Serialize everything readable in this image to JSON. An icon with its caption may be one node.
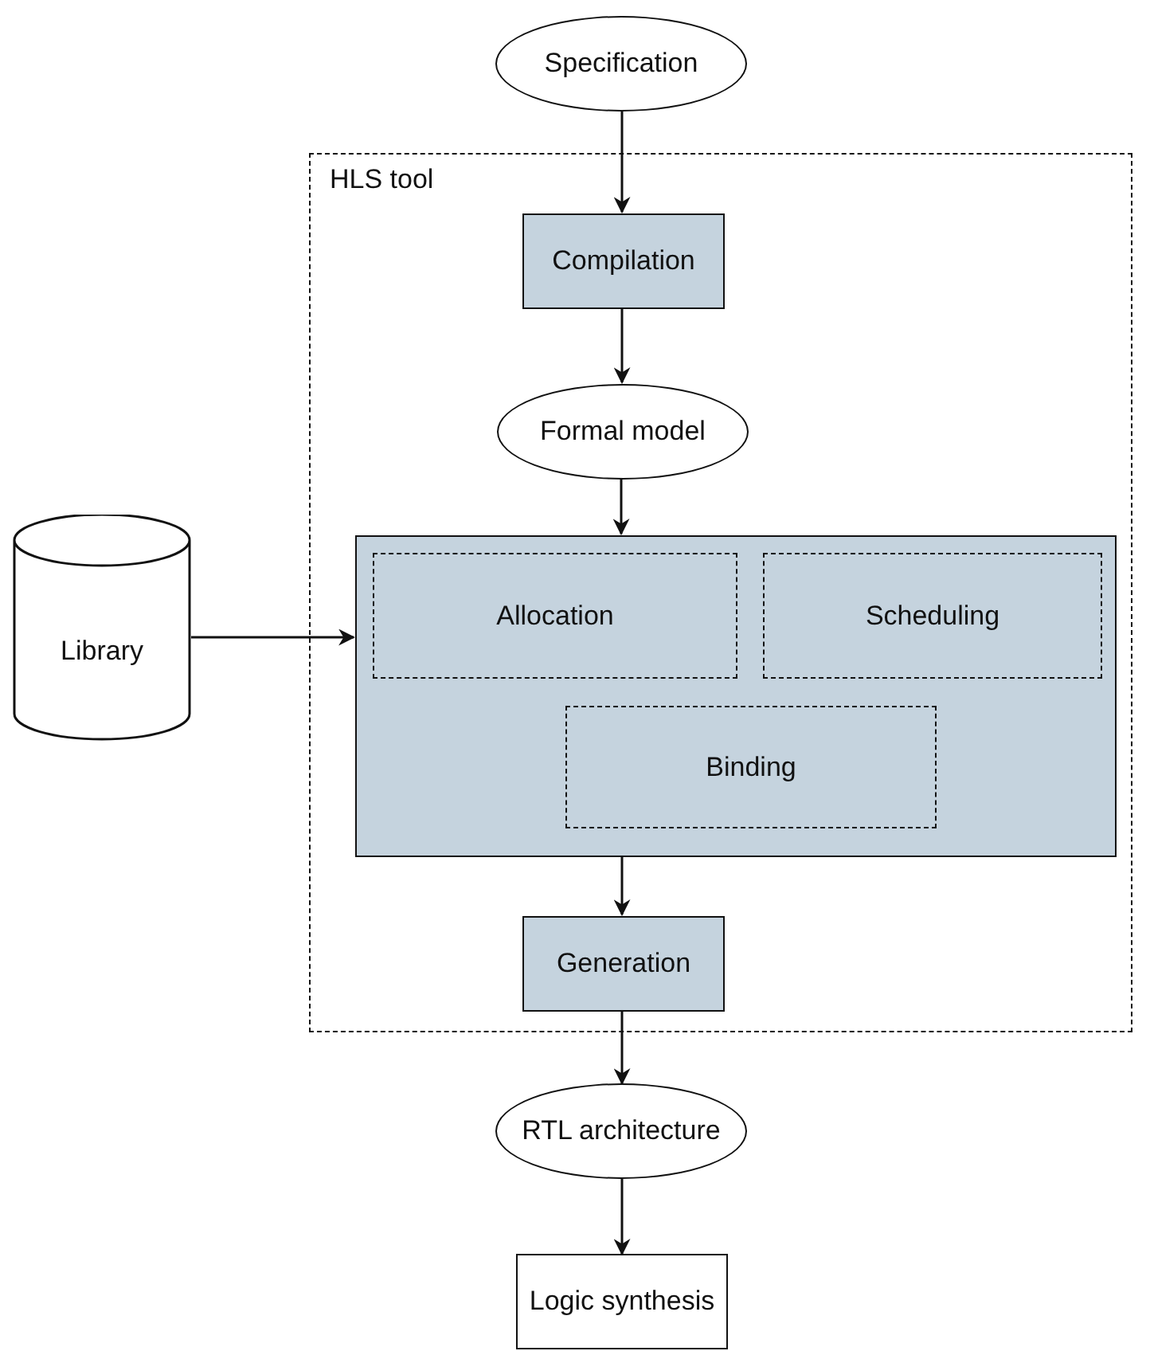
{
  "diagram": {
    "nodes": [
      {
        "text": [
          "Specification"
        ]
      },
      {
        "text": [
          "HLS tool"
        ]
      },
      {
        "text": [
          "Compilation"
        ],
        "in": 1
      },
      {
        "text": [
          "Formal model"
        ],
        "in": 1
      },
      {
        "text": [],
        "shape": "box",
        "in": 1
      },
      {
        "text": [
          "Allocation"
        ],
        "in": 4
      },
      {
        "text": [
          "Scheduling"
        ],
        "in": 4
      },
      {
        "text": [
          "Binding"
        ],
        "in": 4
      },
      {
        "text": [
          "Library"
        ]
      },
      {
        "text": [
          "Generation"
        ],
        "in": 1
      },
      {
        "text": [
          "RTL architecture"
        ]
      },
      {
        "text": [
          "Logic synthesis"
        ]
      }
    ],
    "edges": [
      {
        "from": 0,
        "to": 2,
        "arrow": "to"
      },
      {
        "from": 2,
        "to": 3,
        "arrow": "to"
      },
      {
        "from": 3,
        "to": 4,
        "arrow": "to"
      },
      {
        "from": 8,
        "to": 4,
        "arrow": "to"
      },
      {
        "from": 4,
        "to": 9,
        "arrow": "to"
      },
      {
        "from": 9,
        "to": 10,
        "arrow": "to"
      },
      {
        "from": 10,
        "to": 11,
        "arrow": "to"
      }
    ]
  }
}
